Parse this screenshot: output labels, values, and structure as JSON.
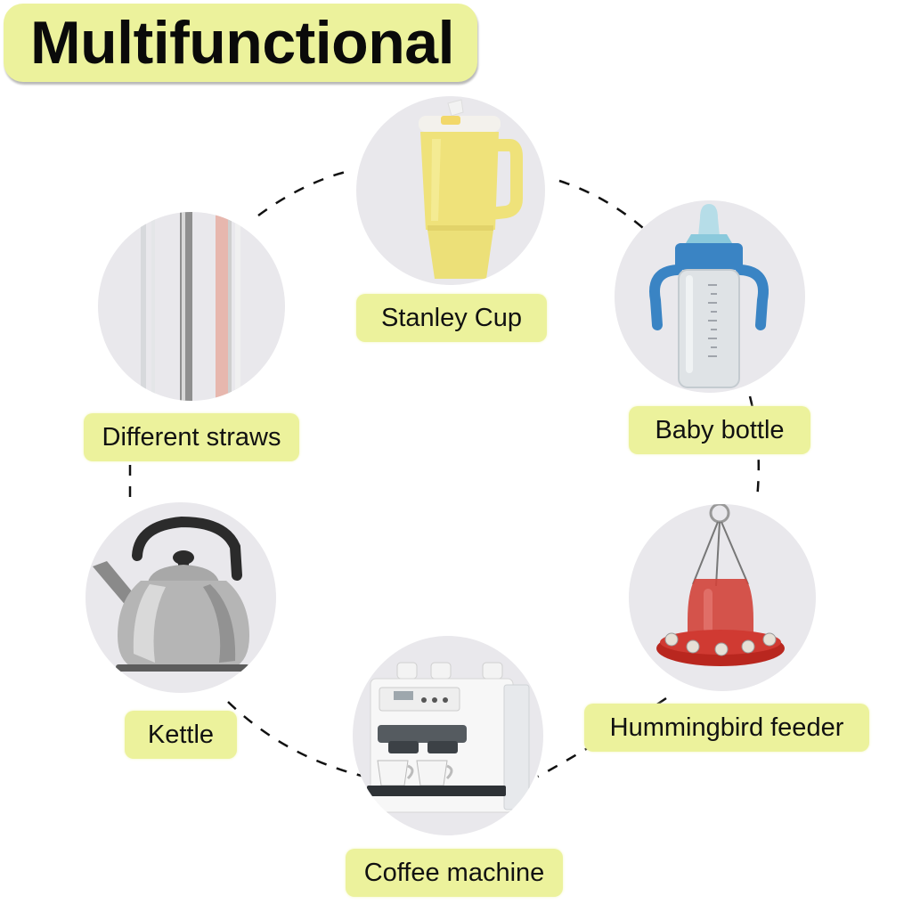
{
  "title": "Multifunctional",
  "items": [
    {
      "label": "Stanley Cup",
      "icon": "stanley-cup-icon"
    },
    {
      "label": "Baby bottle",
      "icon": "baby-bottle-icon"
    },
    {
      "label": "Hummingbird feeder",
      "icon": "hummingbird-feeder-icon"
    },
    {
      "label": "Coffee machine",
      "icon": "coffee-machine-icon"
    },
    {
      "label": "Kettle",
      "icon": "kettle-icon"
    },
    {
      "label": "Different straws",
      "icon": "straws-icon"
    }
  ],
  "colors": {
    "label_bg": "#ecf29c",
    "circle_bg": "#e9e8ec",
    "cup": "#efe27a",
    "bottle_accent": "#3a84c4",
    "feeder_red": "#c7312b"
  }
}
